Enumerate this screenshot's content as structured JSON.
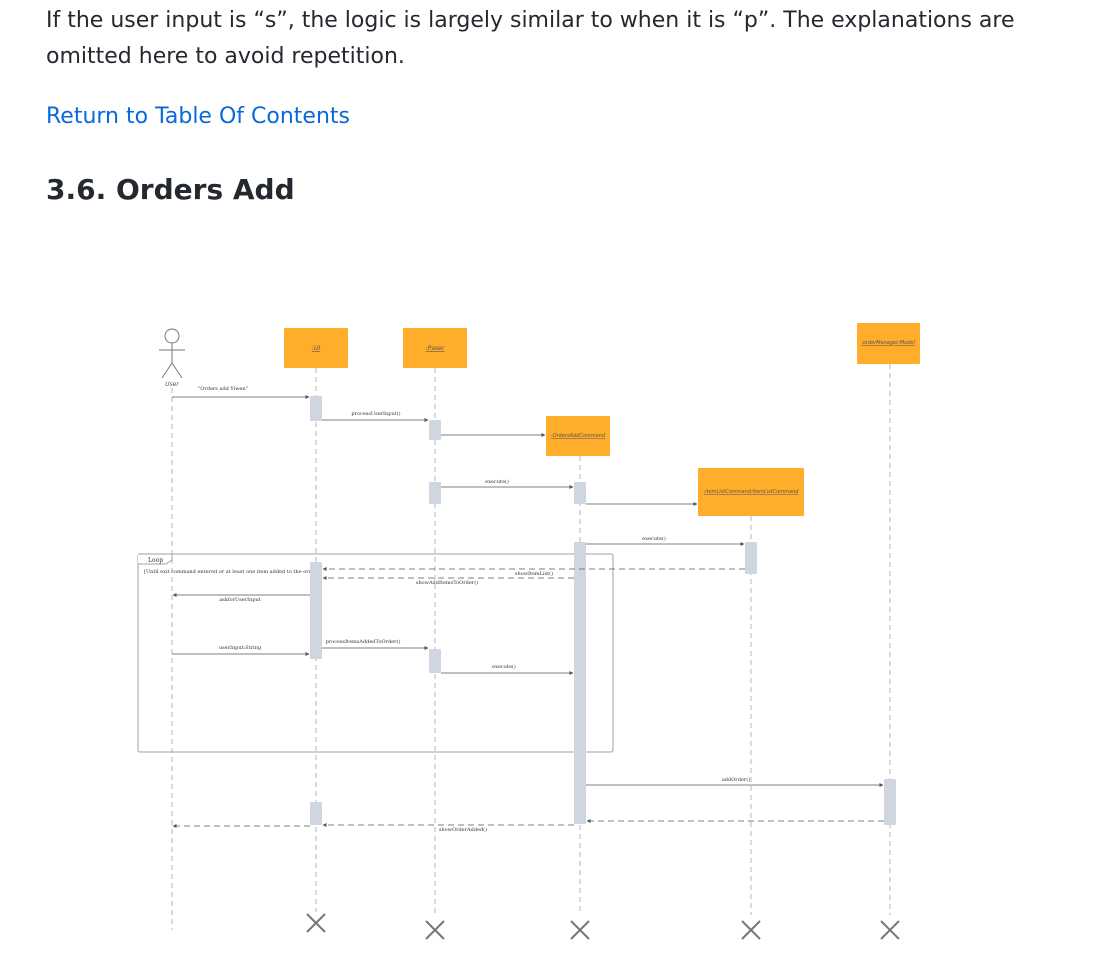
{
  "paragraph": "If the user input is “s”, the logic is largely similar to when it is “p”. The explanations are omitted here to avoid repetition.",
  "toc_link": "Return to Table Of Contents",
  "heading": "3.6. Orders Add",
  "diagram": {
    "colors": {
      "participant": "#ffad2a",
      "activation": "#cfd6df",
      "line": "#8c8c8c",
      "link": "#0969da"
    },
    "actor_label": "User",
    "participants": {
      "ui": ":UI",
      "parser": ":Paser",
      "orders_add_command": ":OrdersAddCommand",
      "item_list_command": ":itemListCommand:ItemListCommand",
      "order_manager": ":orderManager:Model"
    },
    "loop": {
      "label": "Loop",
      "guard": "[Until exit command entered or at least one item added to the order]"
    },
    "messages": {
      "orders_add": "\"Orders add Yiwen\"",
      "process_user_input": "processUserInput()",
      "execute_1": "execute()",
      "execute_2": "execute()",
      "show_item_list": "showItemList()",
      "show_add_items_to_order": "showAddItemsToOrder()",
      "ask_for_user_input": "askforUserInput",
      "user_input": "userInput:String",
      "process_items_added_to_order": "processItemsAddedToOrder()",
      "execute_3": "execute()",
      "add_order": "addOrder()",
      "show_order_added": "showOrderAdded()"
    }
  }
}
